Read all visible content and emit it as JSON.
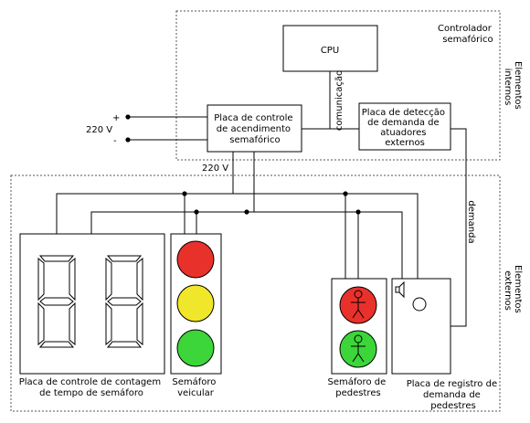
{
  "labels": {
    "controller": [
      "Controlador",
      "semafórico"
    ],
    "internal": [
      "Elementos",
      "internos"
    ],
    "external": [
      "Elementos",
      "externos"
    ],
    "cpu": "CPU",
    "communication": "comunicação",
    "control_board": [
      "Placa de controle",
      "de acendimento",
      "semafórico"
    ],
    "detection_board": [
      "Placa de detecção",
      "de demanda de",
      "atuadores",
      "externos"
    ],
    "power_plus": "+",
    "power_minus": "-",
    "power_voltage": "220 V",
    "out_voltage": "220 V",
    "demand": "demanda",
    "countdown_board": [
      "Placa de controle de contagem",
      "de tempo de semáforo"
    ],
    "vehicle_light": [
      "Semáforo",
      "veicular"
    ],
    "pedestrian_light": [
      "Semáforo de",
      "pedestres"
    ],
    "pedestrian_demand_board": [
      "Placa de registro de",
      "demanda de",
      "pedestres"
    ]
  },
  "colors": {
    "red": "#e8312b",
    "yellow": "#f0e62a",
    "green": "#3cd63a",
    "countdown_digit_1": "8",
    "countdown_digit_2": "8"
  }
}
